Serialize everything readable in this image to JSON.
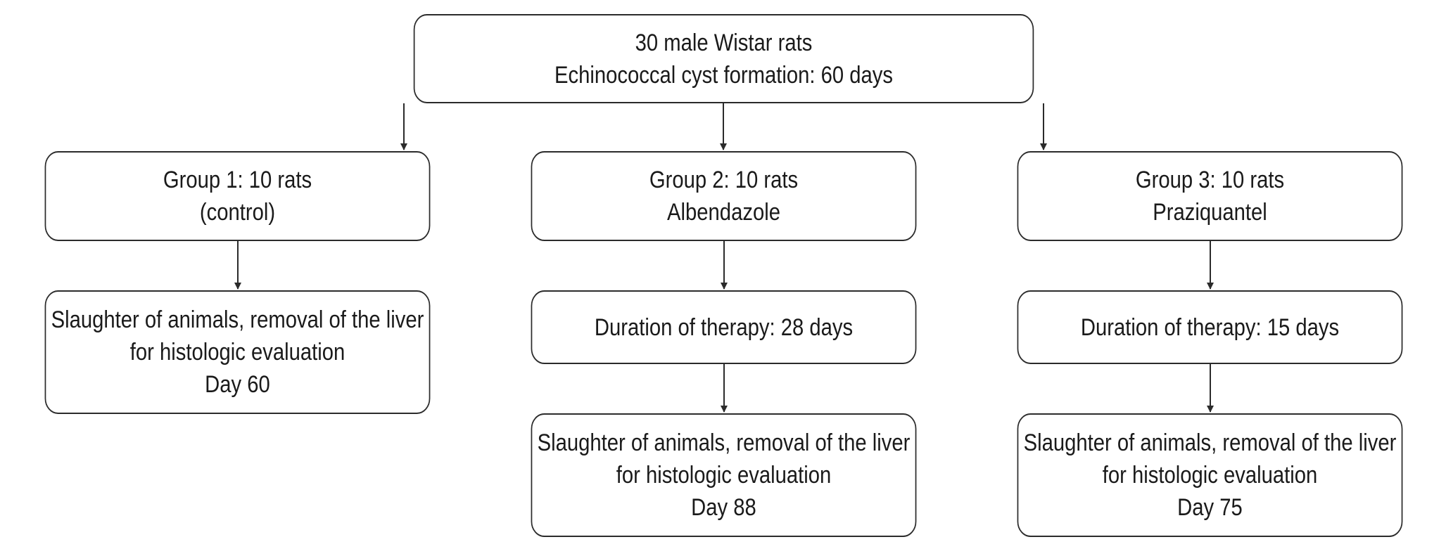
{
  "top_box": {
    "line1": "30 male Wistar rats",
    "line2": "Echinococcal cyst formation: 60 days"
  },
  "group1": {
    "header_line1": "Group 1: 10 rats",
    "header_line2": "(control)",
    "outcome_line1": "Slaughter of animals, removal of the liver",
    "outcome_line2": "for histologic evaluation",
    "outcome_line3": "Day 60"
  },
  "group2": {
    "header_line1": "Group 2: 10 rats",
    "header_line2": "Albendazole",
    "therapy": "Duration of therapy: 28 days",
    "outcome_line1": "Slaughter of animals, removal of the liver",
    "outcome_line2": "for histologic evaluation",
    "outcome_line3": "Day 88"
  },
  "group3": {
    "header_line1": "Group 3: 10 rats",
    "header_line2": "Praziquantel",
    "therapy": "Duration of therapy: 15 days",
    "outcome_line1": "Slaughter of animals, removal of the liver",
    "outcome_line2": "for histologic evaluation",
    "outcome_line3": "Day 75"
  },
  "colors": {
    "stroke": "#2b2b2b",
    "text": "#1a1a1a",
    "background": "#ffffff"
  }
}
